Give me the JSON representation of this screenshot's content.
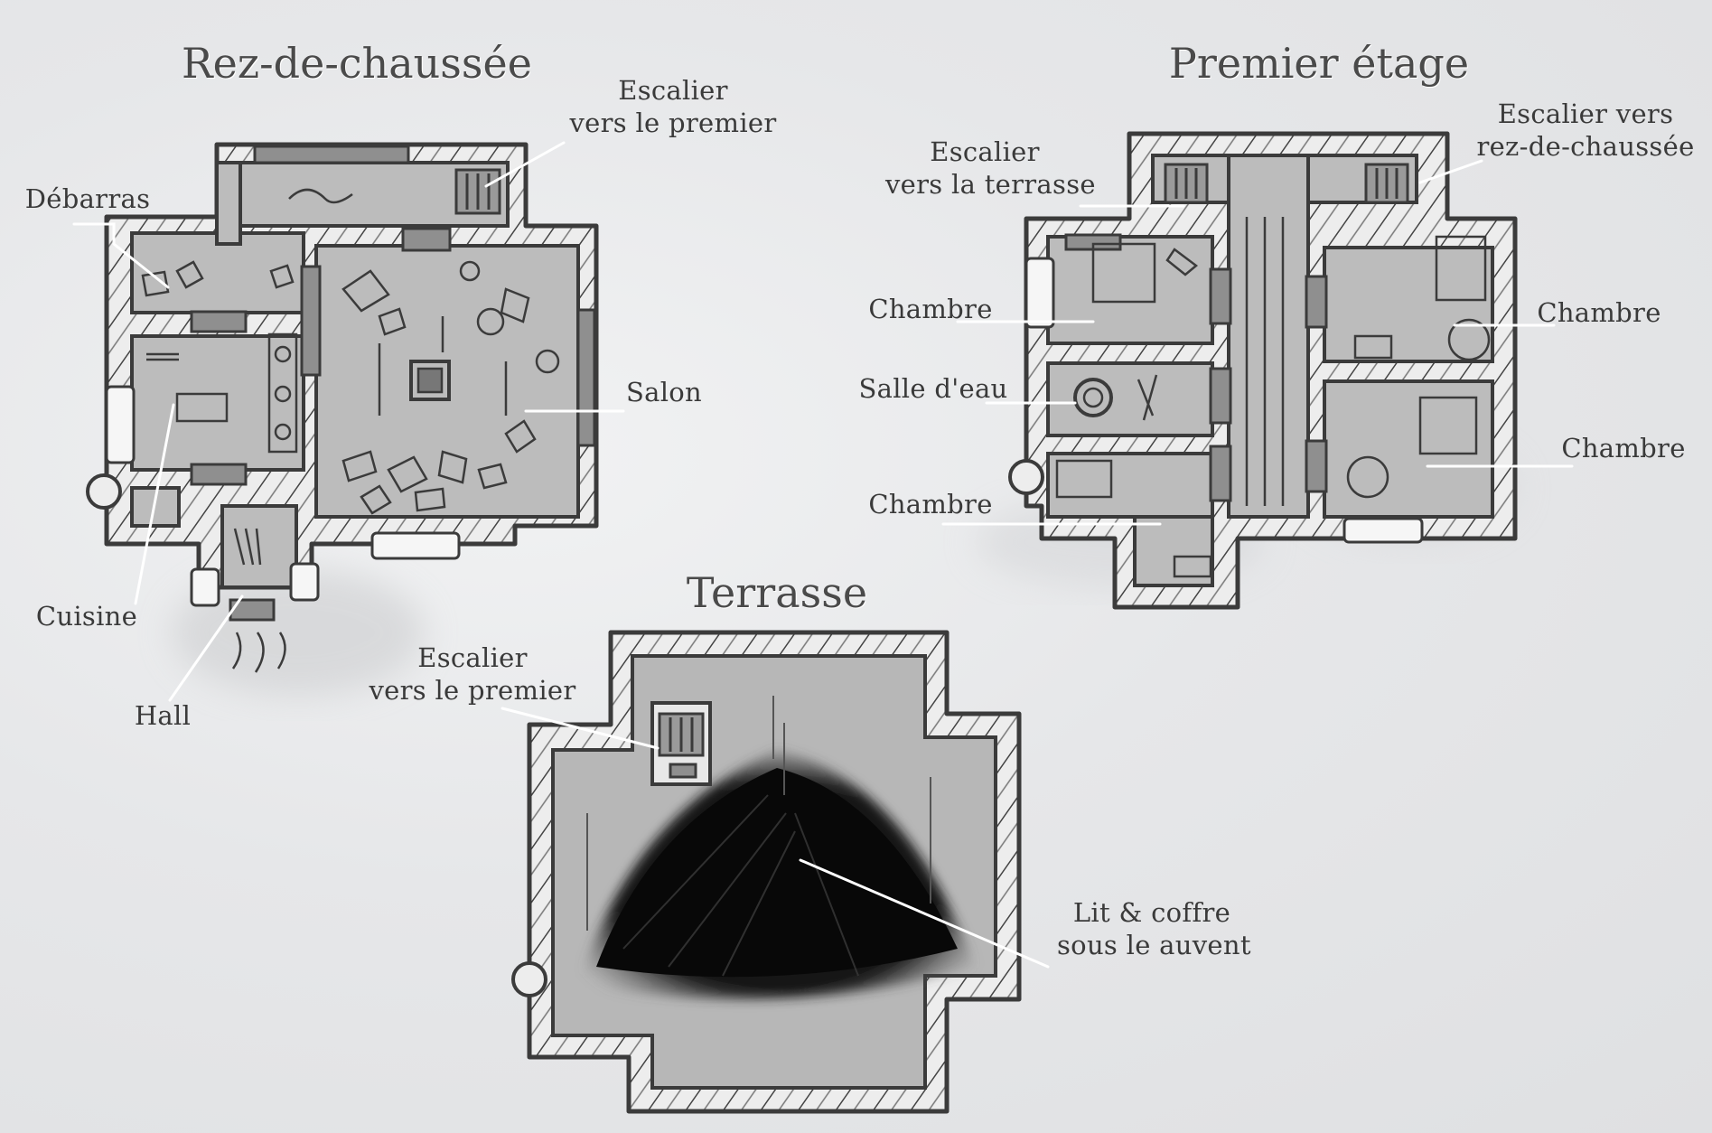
{
  "floors": {
    "ground": {
      "title": "Rez-de-chaussée",
      "labels": {
        "stairs_up": [
          "Escalier",
          "vers le premier"
        ],
        "storage": "Débarras",
        "living": "Salon",
        "kitchen": "Cuisine",
        "hall": "Hall"
      }
    },
    "first": {
      "title": "Premier étage",
      "labels": {
        "stairs_terrace": [
          "Escalier",
          "vers la terrasse"
        ],
        "stairs_down": [
          "Escalier vers",
          "rez-de-chaussée"
        ],
        "bedroom_nw": "Chambre",
        "bedroom_ne": "Chambre",
        "bathroom": "Salle d'eau",
        "bedroom_se": "Chambre",
        "bedroom_sw": "Chambre"
      }
    },
    "terrace": {
      "title": "Terrasse",
      "labels": {
        "stairs_down": [
          "Escalier",
          "vers le premier"
        ],
        "bed_chest": [
          "Lit & coffre",
          "sous le auvent"
        ]
      }
    }
  },
  "colors": {
    "wall_fill": "#ededed",
    "wall_stroke": "#3b3b3b",
    "floor": "#bdbdbd",
    "door": "#8f8f8f",
    "window": "#f4f4f4",
    "awning": "#0d0d0d",
    "label_text": "#3a3a3a",
    "leader": "#ffffff"
  }
}
